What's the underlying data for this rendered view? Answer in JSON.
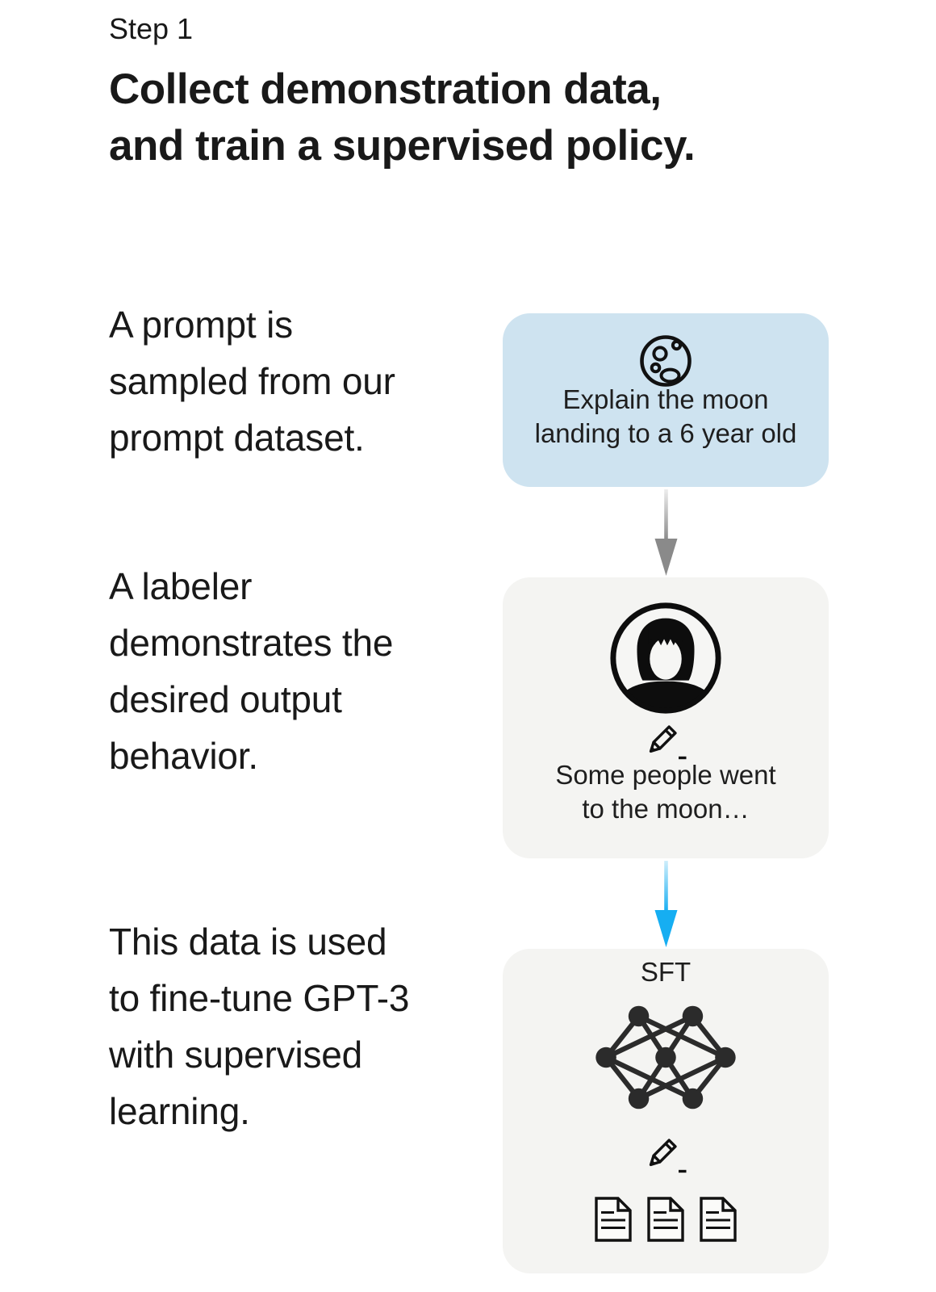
{
  "header": {
    "step_label": "Step 1",
    "title_lines": [
      "Collect demonstration data,",
      "and train a supervised policy."
    ]
  },
  "steps": [
    {
      "name": "prompt-sampling",
      "lines": [
        "A prompt is",
        "sampled from our",
        "prompt dataset."
      ]
    },
    {
      "name": "labeler-demonstration",
      "lines": [
        "A labeler",
        "demonstrates the",
        "desired output",
        "behavior."
      ]
    },
    {
      "name": "supervised-finetuning",
      "lines": [
        "This data is used",
        "to fine-tune GPT-3",
        "with supervised",
        "learning."
      ]
    }
  ],
  "cards": {
    "prompt": {
      "icon": "moon-icon",
      "lines": [
        "Explain the moon",
        "landing to a 6 year old"
      ]
    },
    "labeler": {
      "icons": [
        "labeler-avatar-icon",
        "pencil-icon"
      ],
      "lines": [
        "Some people went",
        "to the moon…"
      ]
    },
    "sft": {
      "label": "SFT",
      "icons": [
        "neural-network-icon",
        "pencil-icon",
        "document-icon"
      ]
    }
  },
  "arrows": [
    {
      "name": "prompt-to-labeler-arrow",
      "color": "#8a8a8a"
    },
    {
      "name": "labeler-to-sft-arrow",
      "color": "#16aef2"
    }
  ],
  "colors": {
    "background": "#ffffff",
    "text": "#191919",
    "prompt_card_bg": "#cee3f0",
    "neutral_card_bg": "#f4f4f2",
    "gray_arrow": "#8a8a8a",
    "blue_arrow": "#16aef2",
    "icon_stroke": "#111111",
    "network_node": "#2b2b2b"
  }
}
